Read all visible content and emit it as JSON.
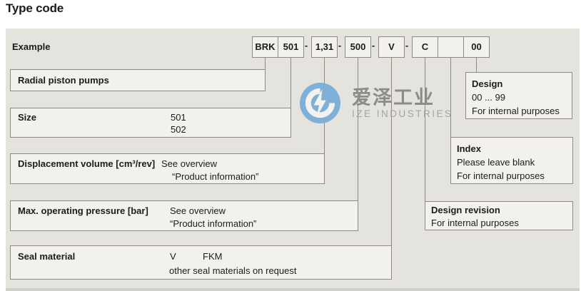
{
  "header": {
    "title": "Type code"
  },
  "example_label": "Example",
  "type_code": {
    "cells": [
      "BRK",
      "501",
      "1,31",
      "500",
      "V",
      "C",
      "",
      "00"
    ],
    "separator": "-"
  },
  "left_boxes": [
    {
      "label": "Radial piston pumps"
    },
    {
      "label": "Size",
      "values": [
        "501",
        "502"
      ]
    },
    {
      "label": "Displacement volume [cm³/rev]",
      "values": [
        "See overview",
        "“Product information”"
      ]
    },
    {
      "label": "Max. operating pressure [bar]",
      "values": [
        "See overview",
        "“Product information”"
      ]
    },
    {
      "label": "Seal material",
      "code": "V",
      "code_name": "FKM",
      "note": "other seal materials on request"
    }
  ],
  "right_boxes": [
    {
      "label": "Design",
      "lines": [
        "00 ... 99",
        "For internal purposes"
      ]
    },
    {
      "label": "Index",
      "lines": [
        "Please leave blank",
        "For internal purposes"
      ]
    },
    {
      "label": "Design revision",
      "lines": [
        "For internal purposes"
      ]
    }
  ],
  "watermark": {
    "cn": "爱泽工业",
    "en": "IZE INDUSTRIES"
  },
  "colors": {
    "accent_red": "#e2113c",
    "panel_bg": "#e5e3de",
    "box_bg": "#f2f1ed",
    "box_border": "#8f8b83",
    "watermark_blue": "#7fb0d7"
  }
}
